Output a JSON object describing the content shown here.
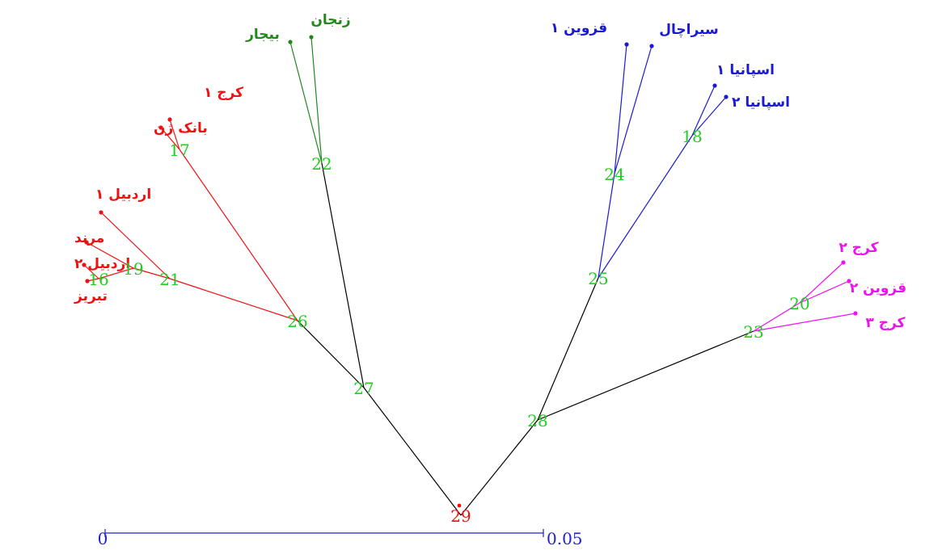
{
  "colors": {
    "backbone": "#000000",
    "red_group": "#ee1111",
    "green_group": "#22881e",
    "blue_group": "#1a1ad6",
    "magenta_group": "#ee11ee",
    "node_number": "#22cc22",
    "root_number": "#ee1111",
    "scale": "#2222cc"
  },
  "scale_bar": {
    "min_label": "0",
    "max_label": "0.05"
  },
  "internal_nodes": [
    {
      "id": "16"
    },
    {
      "id": "17"
    },
    {
      "id": "18"
    },
    {
      "id": "19"
    },
    {
      "id": "20"
    },
    {
      "id": "21"
    },
    {
      "id": "22"
    },
    {
      "id": "23"
    },
    {
      "id": "24"
    },
    {
      "id": "25"
    },
    {
      "id": "26"
    },
    {
      "id": "27"
    },
    {
      "id": "28"
    },
    {
      "id": "29"
    }
  ],
  "leaves": [
    {
      "label": "کرج ۱",
      "group": "red"
    },
    {
      "label": "بانک ژن",
      "group": "red"
    },
    {
      "label": "اردبیل ۱",
      "group": "red"
    },
    {
      "label": "مرند",
      "group": "red"
    },
    {
      "label": "اردبیل ۲",
      "group": "red"
    },
    {
      "label": "تبریز",
      "group": "red"
    },
    {
      "label": "زنجان",
      "group": "green"
    },
    {
      "label": "بیجار",
      "group": "green"
    },
    {
      "label": "سیراچال",
      "group": "blue"
    },
    {
      "label": "قزوین ۱",
      "group": "blue"
    },
    {
      "label": "اسپانیا ۱",
      "group": "blue"
    },
    {
      "label": "اسپانیا ۲",
      "group": "blue"
    },
    {
      "label": "کرج ۲",
      "group": "magenta"
    },
    {
      "label": "قزوین ۲",
      "group": "magenta"
    },
    {
      "label": "کرج ۳",
      "group": "magenta"
    }
  ]
}
